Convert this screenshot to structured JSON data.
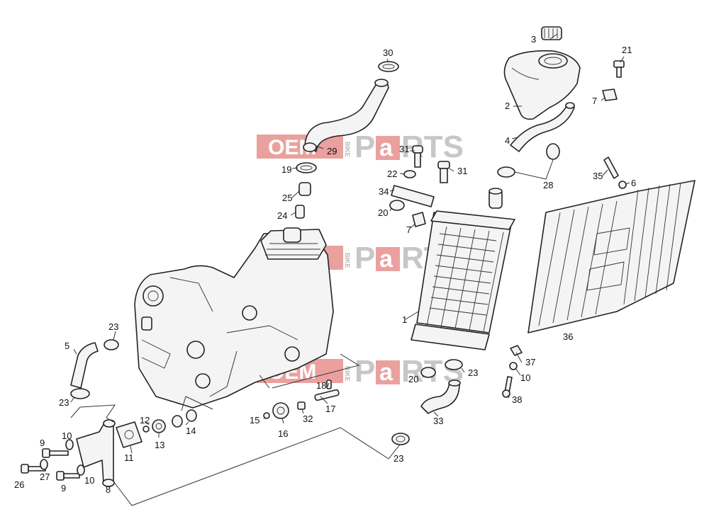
{
  "watermark": {
    "oem": "OEM",
    "bike": "BIKE",
    "parts_p": "P",
    "parts_a": "a",
    "parts_rts": "RTS",
    "box_color": "#d9534f"
  },
  "callouts": {
    "c1": "1",
    "c2": "2",
    "c3": "3",
    "c4": "4",
    "c5": "5",
    "c6": "6",
    "c7a": "7",
    "c7b": "7",
    "c8": "8",
    "c9a": "9",
    "c9b": "9",
    "c10a": "10",
    "c10b": "10",
    "c10c": "10",
    "c11": "11",
    "c12": "12",
    "c13": "13",
    "c14": "14",
    "c15": "15",
    "c16": "16",
    "c17": "17",
    "c18": "18",
    "c19": "19",
    "c20a": "20",
    "c20b": "20",
    "c21": "21",
    "c22": "22",
    "c23a": "23",
    "c23b": "23",
    "c23c": "23",
    "c23d": "23",
    "c24": "24",
    "c25": "25",
    "c26": "26",
    "c27": "27",
    "c28": "28",
    "c29": "29",
    "c30": "30",
    "c31a": "31",
    "c31b": "31",
    "c32": "32",
    "c33": "33",
    "c34": "34",
    "c35": "35",
    "c36": "36",
    "c37": "37",
    "c38": "38"
  }
}
